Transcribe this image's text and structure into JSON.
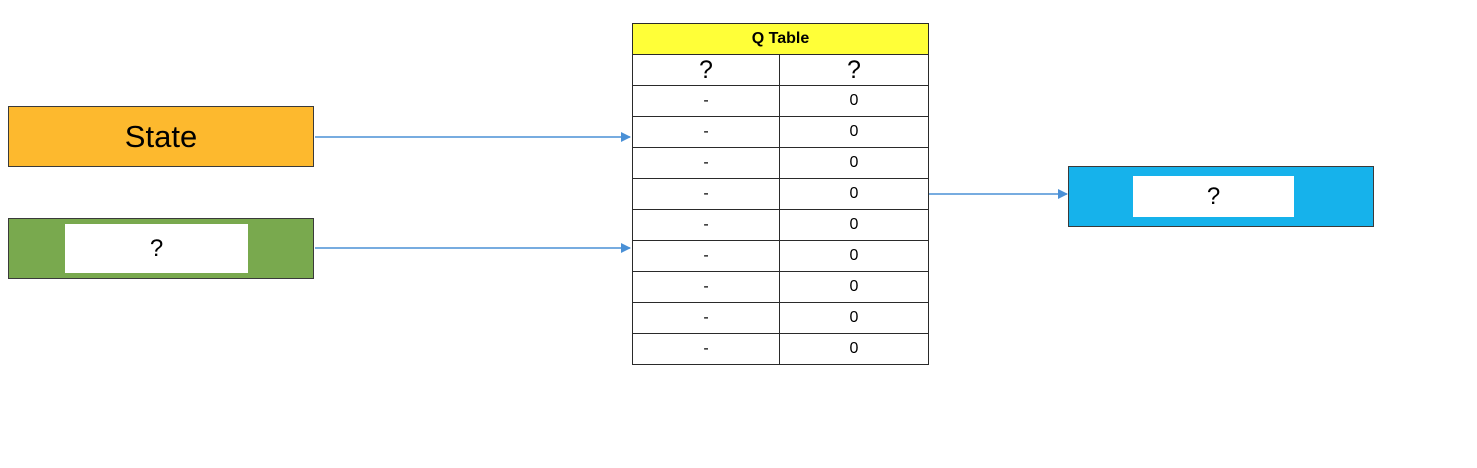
{
  "state_box": {
    "label": "State",
    "fill_color": "#FDB92E"
  },
  "input_box": {
    "label": "?",
    "fill_color": "#79A94E"
  },
  "output_box": {
    "label": "?",
    "fill_color": "#16B2EB"
  },
  "q_table": {
    "title": "Q Table",
    "title_fill": "#FFFF38",
    "headers": [
      "?",
      "?"
    ],
    "rows": [
      [
        "-",
        "0"
      ],
      [
        "-",
        "0"
      ],
      [
        "-",
        "0"
      ],
      [
        "-",
        "0"
      ],
      [
        "-",
        "0"
      ],
      [
        "-",
        "0"
      ],
      [
        "-",
        "0"
      ],
      [
        "-",
        "0"
      ],
      [
        "-",
        "0"
      ]
    ]
  },
  "arrow_color": "#4A90D6"
}
